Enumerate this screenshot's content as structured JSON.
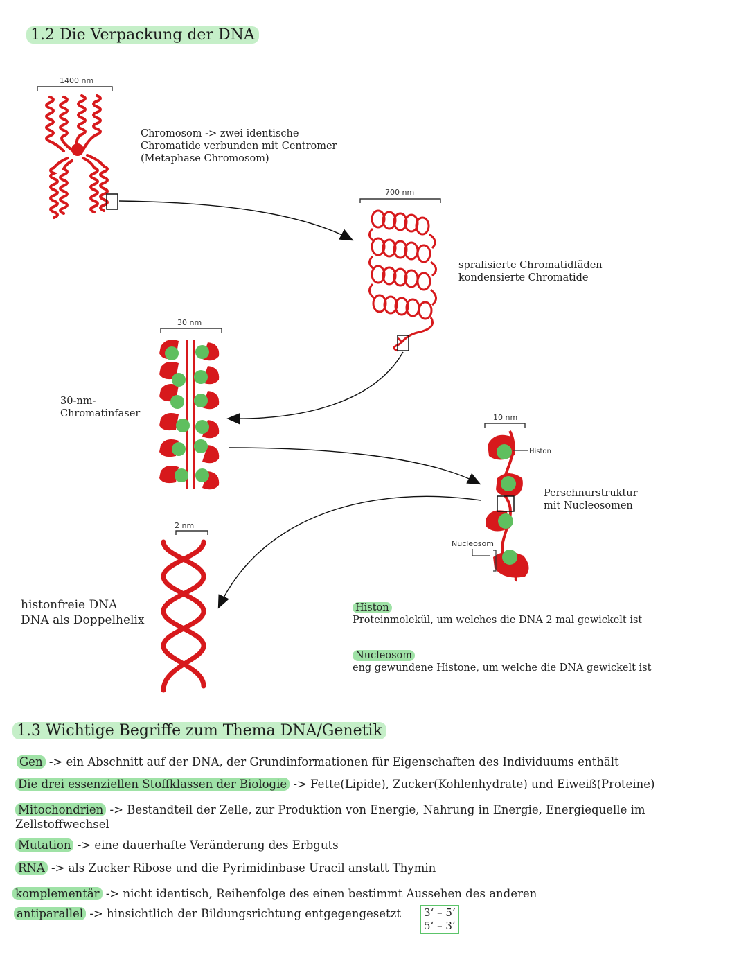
{
  "section1": {
    "title": "1.2 Die Verpackung der DNA",
    "scale_chromosome": "1400 nm",
    "chromosome_caption": [
      "Chromosom -> zwei identische",
      "Chromatide verbunden mit Centromer",
      "(Metaphase Chromosom)"
    ],
    "scale_chromatid": "700 nm",
    "chromatid_caption": [
      "spralisierte Chromatidfäden",
      "kondensierte Chromatide"
    ],
    "scale_fiber": "30 nm",
    "fiber_caption": [
      "30-nm-",
      "Chromatinfaser"
    ],
    "scale_nucleosome": "10 nm",
    "histon_label": "Histon",
    "nucleosome_caption": [
      "Perschnurstruktur",
      "mit Nucleosomen"
    ],
    "nucleosom_label": "Nucleosom",
    "scale_dna": "2 nm",
    "dna_caption": [
      "histonfreie DNA",
      "DNA als Doppelhelix"
    ],
    "definitions": [
      {
        "term": "Histon",
        "text": "Proteinmolekül, um welches die DNA 2 mal gewickelt ist"
      },
      {
        "term": "Nucleosom",
        "text": "eng gewundene Histone, um welche die DNA gewickelt ist"
      }
    ]
  },
  "section2": {
    "title": "1.3 Wichtige Begriffe zum Thema DNA/Genetik",
    "terms": [
      {
        "term": "Gen",
        "text": "-> ein Abschnitt auf der DNA, der Grundinformationen für Eigenschaften des Individuums enthält"
      },
      {
        "term": "Die drei essenziellen Stoffklassen der Biologie",
        "text": "-> Fette(Lipide), Zucker(Kohlenhydrate) und Eiweiß(Proteine)"
      },
      {
        "term": "Mitochondrien",
        "text": "-> Bestandteil der Zelle, zur Produktion von Energie, Nahrung in Energie, Energiequelle im",
        "text2": "Zellstoffwechsel"
      },
      {
        "term": "Mutation",
        "text": "-> eine dauerhafte Veränderung des Erbguts"
      },
      {
        "term": "RNA",
        "text": "-> als Zucker Ribose und die Pyrimidinbase Uracil anstatt Thymin"
      },
      {
        "term": "komplementär",
        "text": "-> nicht identisch, Reihenfolge des einen bestimmt Aussehen des anderen"
      },
      {
        "term": "antiparallel",
        "text": "-> hinsichtlich der Bildungsrichtung entgegengesetzt"
      }
    ],
    "direction_box": [
      "3‘ – 5‘",
      "5‘ – 3‘"
    ]
  },
  "colors": {
    "dna_red": "#d7191c",
    "histone_green": "#5fbf5f",
    "highlight": "#9fe2a6"
  }
}
